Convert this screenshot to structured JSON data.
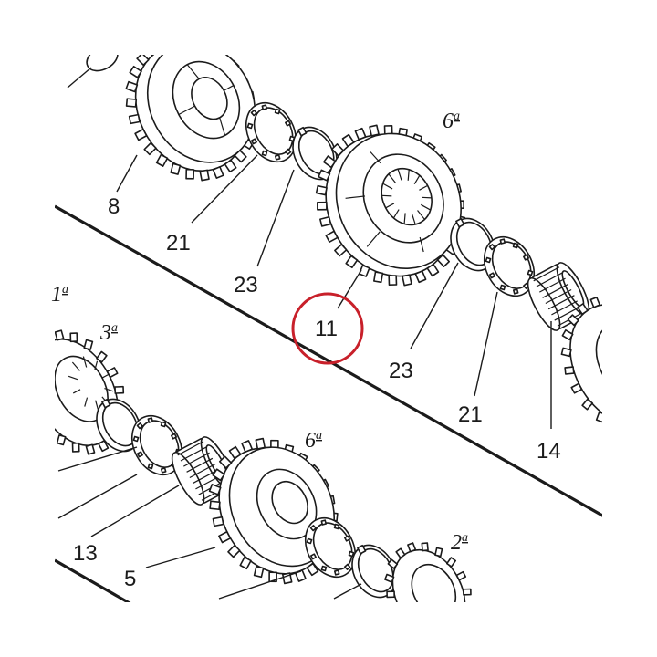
{
  "colors": {
    "highlight": "#c8202a",
    "ink": "#1b1b1b",
    "paper": "#ffffff"
  },
  "gear_marks": {
    "sixth_top": {
      "num": "6",
      "sup": "a"
    },
    "sixth_bottom": {
      "num": "6",
      "sup": "a"
    },
    "third": {
      "num": "3",
      "sup": "a"
    },
    "second": {
      "num": "2",
      "sup": "a"
    },
    "first_edge": {
      "num": "1",
      "sup": "a"
    }
  },
  "callouts": {
    "p8": "8",
    "p21_top": "21",
    "p23_top": "23",
    "p11": "11",
    "p23_right": "23",
    "p21_right": "21",
    "p14": "14",
    "p13": "13",
    "p5": "5"
  },
  "highlighted_callout": "11"
}
